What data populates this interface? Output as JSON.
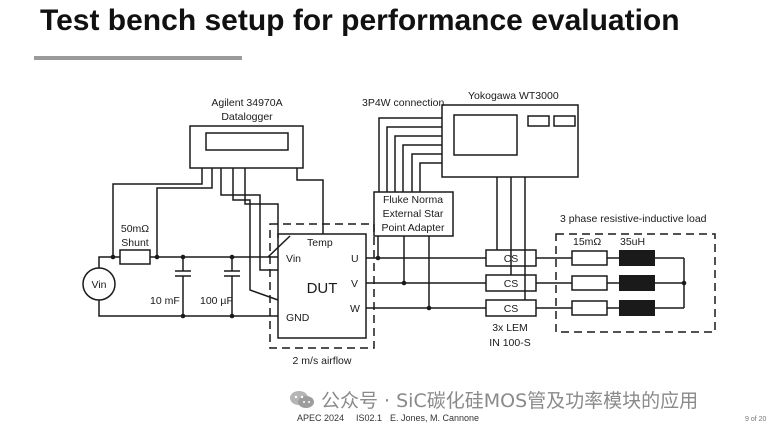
{
  "slide": {
    "title": "Test bench setup for performance evaluation",
    "page": "9 of 20"
  },
  "footer": {
    "conference": "APEC 2024",
    "session": "IS02.1",
    "authors": "E. Jones, M. Cannone"
  },
  "watermark": {
    "text": "公众号 · SiC碳化硅MOS管及功率模块的应用",
    "icon": "wechat-icon"
  },
  "diagram": {
    "datalogger": {
      "line1": "Agilent 34970A",
      "line2": "Datalogger"
    },
    "power_analyzer": {
      "name": "Yokogawa WT3000"
    },
    "connection_label": "3P4W connection",
    "star_point": {
      "line1": "Fluke Norma",
      "line2": "External Star",
      "line3": "Point Adapter"
    },
    "shunt": {
      "line1": "50mΩ",
      "line2": "Shunt"
    },
    "source": "Vin",
    "cap1": "10 mF",
    "cap2": "100 µF",
    "dut": {
      "label": "DUT",
      "temp": "Temp",
      "vin": "Vin",
      "gnd": "GND",
      "u": "U",
      "v": "V",
      "w": "W"
    },
    "airflow": "2 m/s airflow",
    "current_sensors": [
      "CS",
      "CS",
      "CS"
    ],
    "lem": {
      "line1": "3x LEM",
      "line2": "IN  100-S"
    },
    "load": {
      "title": "3 phase resistive-inductive load",
      "resistor": "15mΩ",
      "inductor": "35uH"
    }
  }
}
